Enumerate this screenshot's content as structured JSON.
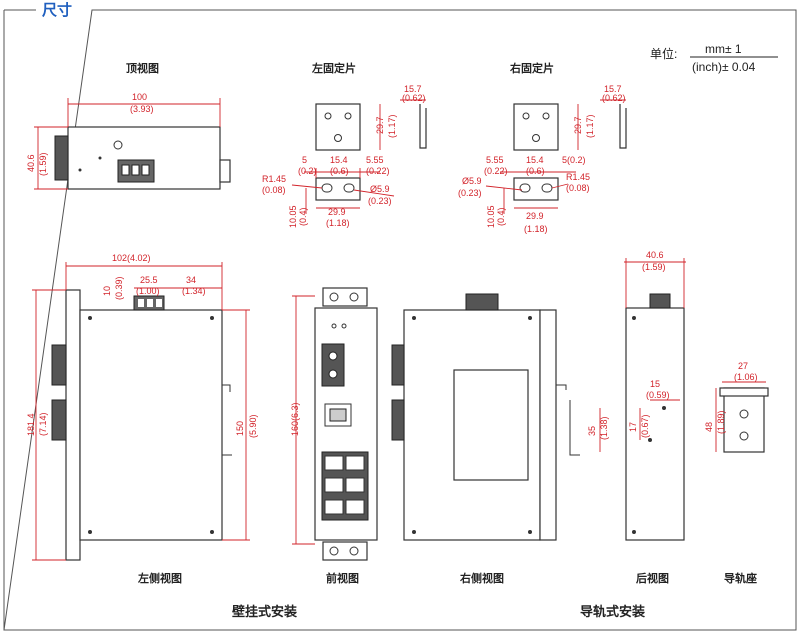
{
  "header": {
    "title": "尺寸"
  },
  "unit": {
    "label": "单位:",
    "numerator": "mm± 1",
    "denominator": "(inch)± 0.04"
  },
  "views": {
    "top": "顶视图",
    "left_bracket": "左固定片",
    "right_bracket": "右固定片",
    "left_side": "左侧视图",
    "front": "前视图",
    "right_side": "右侧视图",
    "rear": "后视图",
    "rail_base": "导轨座"
  },
  "sections": {
    "wall": "壁挂式安装",
    "rail": "导轨式安装"
  },
  "dims": {
    "top_w": "100",
    "top_w_in": "(3.93)",
    "top_h": "40.6",
    "top_h_in": "(1.59)",
    "lb_h": "29.7",
    "lb_h_in": "(1.17)",
    "lb_t": "15.7",
    "lb_t_in": "(0.62)",
    "lb_a": "5",
    "lb_a_in": "(0.2)",
    "lb_b": "15.4",
    "lb_b_in": "(0.6)",
    "lb_c": "5.55",
    "lb_c_in": "(0.22)",
    "lb_r": "R1.45",
    "lb_r_in": "(0.08)",
    "lb_d": "Ø5.9",
    "lb_d_in": "(0.23)",
    "lb_e": "10.05",
    "lb_e_in": "(0.4)",
    "lb_f": "29.9",
    "lb_f_in": "(1.18)",
    "rb_h": "29.7",
    "rb_h_in": "(1.17)",
    "rb_t": "15.7",
    "rb_t_in": "(0.62)",
    "rb_a": "5.55",
    "rb_a_in": "(0.22)",
    "rb_b": "15.4",
    "rb_b_in": "(0.6)",
    "rb_c": "5(0.2)",
    "rb_d": "Ø5.9",
    "rb_d_in": "(0.23)",
    "rb_r": "R1.45",
    "rb_r_in": "(0.08)",
    "rb_e": "10.05",
    "rb_e_in": "(0.4)",
    "rb_f": "29.9",
    "rb_f_in": "(1.18)",
    "ls_w": "102(4.02)",
    "ls_10": "10",
    "ls_10_in": "(0.39)",
    "ls_25": "25.5",
    "ls_25_in": "(1.00)",
    "ls_34": "34",
    "ls_34_in": "(1.34)",
    "ls_h": "181.4",
    "ls_h_in": "(7.14)",
    "ls_150": "150",
    "ls_150_in": "(5.90)",
    "fr_h": "160(6.3)",
    "rs_35": "35",
    "rs_35_in": "(1.38)",
    "rv_w": "40.6",
    "rv_w_in": "(1.59)",
    "rv_15": "15",
    "rv_15_in": "(0.59)",
    "rv_17": "17",
    "rv_17_in": "(0.67)",
    "rail_w": "27",
    "rail_w_in": "(1.06)",
    "rail_h": "48",
    "rail_h_in": "(1.89)"
  }
}
